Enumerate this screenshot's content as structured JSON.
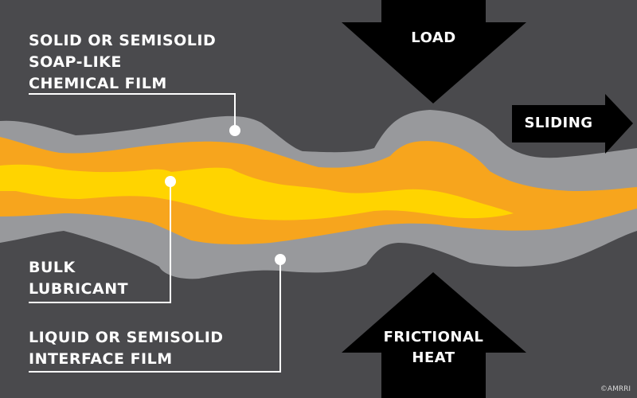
{
  "labels": {
    "soap_film": [
      "SOLID OR SEMISOLID",
      "SOAP-LIKE",
      "CHEMICAL FILM"
    ],
    "bulk_lubricant": [
      "BULK",
      "LUBRICANT"
    ],
    "interface_film": [
      "LIQUID OR SEMISOLID",
      "INTERFACE FILM"
    ]
  },
  "arrows": {
    "load": "LOAD",
    "sliding": "SLIDING",
    "frictional_heat": [
      "FRICTIONAL",
      "HEAT"
    ]
  },
  "credit": "©AMRRI",
  "colors": {
    "background": "#4a4a4d",
    "film": "#98999c",
    "lubricant": "#f7a51d",
    "lubricant_core": "#ffd400",
    "arrow": "#000000",
    "leader": "#ffffff"
  }
}
